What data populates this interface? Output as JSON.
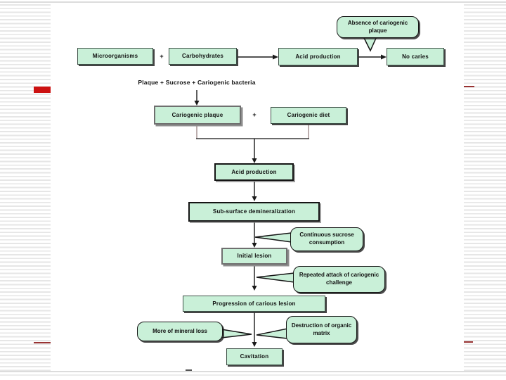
{
  "slide": {
    "accent_red": "#cc1111",
    "box_fill": "#c9f0d8"
  },
  "flowchart": {
    "top_row": {
      "microorganisms": "Microorganisms",
      "plus": "+",
      "carbohydrates": "Carbohydrates",
      "acid_production": "Acid production",
      "no_caries": "No caries"
    },
    "formula": "Plaque + Sucrose + Cariogenic bacteria",
    "main_path": {
      "cariogenic_plaque": "Cariogenic plaque",
      "plus": "+",
      "cariogenic_diet": "Cariogenic diet",
      "acid_production": "Acid production",
      "subsurface_demineralization": "Sub-surface demineralization",
      "initial_lesion": "Initial lesion",
      "progression": "Progression of carious lesion",
      "cavitation": "Cavitation"
    },
    "callouts": {
      "absence": "Absence of cariogenic plaque",
      "continuous_sucrose": "Continuous sucrose consumption",
      "repeated_attack": "Repeated attack of cariogenic challenge",
      "mineral_loss": "More of mineral loss",
      "destruction_matrix": "Destruction of organic matrix"
    }
  }
}
